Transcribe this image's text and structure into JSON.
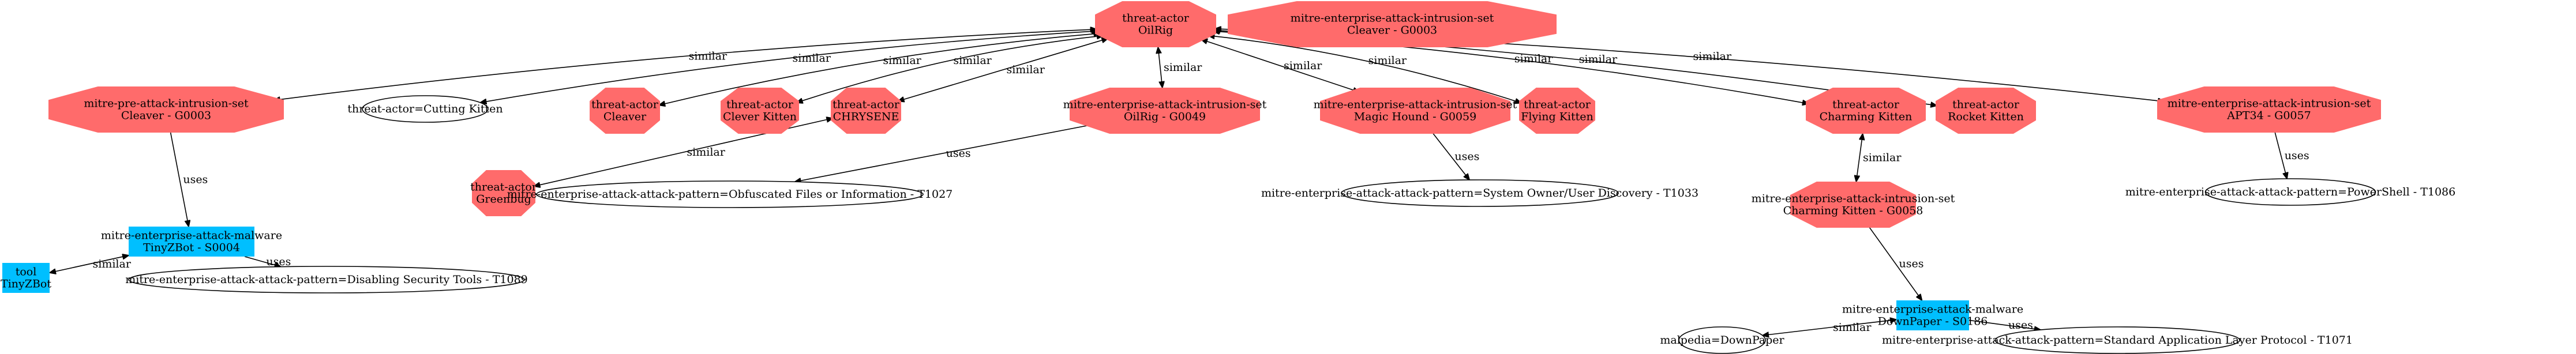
{
  "title": "Threat actor relationship graph - OilRig",
  "colors": {
    "intrusion_set": "#ff6b6b",
    "malware_tool": "#00bfff",
    "attack_pattern_fill": "#ffffff",
    "edge": "#000000"
  },
  "nodes": [
    {
      "id": "oilrig",
      "shape": "octagon",
      "kind": "threat-actor",
      "lines": [
        "threat-actor",
        "OilRig"
      ]
    },
    {
      "id": "cleaver_ent",
      "shape": "octagon-wide",
      "kind": "intrusion-set",
      "lines": [
        "mitre-enterprise-attack-intrusion-set",
        "Cleaver - G0003"
      ]
    },
    {
      "id": "cleaver_pre",
      "shape": "octagon-wide",
      "kind": "intrusion-set",
      "lines": [
        "mitre-pre-attack-intrusion-set",
        "Cleaver - G0003"
      ]
    },
    {
      "id": "cutting_kitten",
      "shape": "ellipse",
      "kind": "attribute",
      "lines": [
        "threat-actor=Cutting Kitten"
      ]
    },
    {
      "id": "cleaver_ta",
      "shape": "octagon",
      "kind": "threat-actor",
      "lines": [
        "threat-actor",
        "Cleaver"
      ]
    },
    {
      "id": "clever_kitten",
      "shape": "octagon",
      "kind": "threat-actor",
      "lines": [
        "threat-actor",
        "Clever Kitten"
      ]
    },
    {
      "id": "chrysene",
      "shape": "octagon",
      "kind": "threat-actor",
      "lines": [
        "threat-actor",
        "CHRYSENE"
      ]
    },
    {
      "id": "oilrig_g0049",
      "shape": "octagon-wide",
      "kind": "intrusion-set",
      "lines": [
        "mitre-enterprise-attack-intrusion-set",
        "OilRig - G0049"
      ]
    },
    {
      "id": "magic_hound",
      "shape": "octagon-wide",
      "kind": "intrusion-set",
      "lines": [
        "mitre-enterprise-attack-intrusion-set",
        "Magic Hound - G0059"
      ]
    },
    {
      "id": "flying_kitten",
      "shape": "octagon",
      "kind": "threat-actor",
      "lines": [
        "threat-actor",
        "Flying Kitten"
      ]
    },
    {
      "id": "charming_kitten",
      "shape": "octagon",
      "kind": "threat-actor",
      "lines": [
        "threat-actor",
        "Charming Kitten"
      ]
    },
    {
      "id": "rocket_kitten",
      "shape": "octagon",
      "kind": "threat-actor",
      "lines": [
        "threat-actor",
        "Rocket Kitten"
      ]
    },
    {
      "id": "apt34",
      "shape": "octagon-wide",
      "kind": "intrusion-set",
      "lines": [
        "mitre-enterprise-attack-intrusion-set",
        "APT34 - G0057"
      ]
    },
    {
      "id": "tinyzbot_mal",
      "shape": "box",
      "kind": "malware",
      "lines": [
        "mitre-enterprise-attack-malware",
        "TinyZBot - S0004"
      ]
    },
    {
      "id": "greenbug",
      "shape": "octagon",
      "kind": "threat-actor",
      "lines": [
        "threat-actor",
        "Greenbug"
      ]
    },
    {
      "id": "obfuscated",
      "shape": "ellipse",
      "kind": "attack-pattern",
      "lines": [
        "mitre-enterprise-attack-attack-pattern=Obfuscated Files or Information - T1027"
      ]
    },
    {
      "id": "sys_owner",
      "shape": "ellipse",
      "kind": "attack-pattern",
      "lines": [
        "mitre-enterprise-attack-attack-pattern=System Owner/User Discovery - T1033"
      ]
    },
    {
      "id": "charming_g0058",
      "shape": "octagon-wide",
      "kind": "intrusion-set",
      "lines": [
        "mitre-enterprise-attack-intrusion-set",
        "Charming Kitten - G0058"
      ]
    },
    {
      "id": "powershell",
      "shape": "ellipse",
      "kind": "attack-pattern",
      "lines": [
        "mitre-enterprise-attack-attack-pattern=PowerShell - T1086"
      ]
    },
    {
      "id": "tinyzbot_tool",
      "shape": "box",
      "kind": "tool",
      "lines": [
        "tool",
        "TinyZBot"
      ]
    },
    {
      "id": "disabling",
      "shape": "ellipse",
      "kind": "attack-pattern",
      "lines": [
        "mitre-enterprise-attack-attack-pattern=Disabling Security Tools - T1089"
      ]
    },
    {
      "id": "downpaper_mal",
      "shape": "box",
      "kind": "malware",
      "lines": [
        "mitre-enterprise-attack-malware",
        "DownPaper - S0186"
      ]
    },
    {
      "id": "malpedia_downpaper",
      "shape": "ellipse",
      "kind": "attribute",
      "lines": [
        "malpedia=DownPaper"
      ]
    },
    {
      "id": "std_app_layer",
      "shape": "ellipse",
      "kind": "attack-pattern",
      "lines": [
        "mitre-enterprise-attack-attack-pattern=Standard Application Layer Protocol - T1071"
      ]
    }
  ],
  "edges": [
    {
      "from": "oilrig",
      "to": "cleaver_pre",
      "label": "similar",
      "dir": "both"
    },
    {
      "from": "oilrig",
      "to": "cutting_kitten",
      "label": "similar",
      "dir": "both"
    },
    {
      "from": "oilrig",
      "to": "cleaver_ta",
      "label": "similar",
      "dir": "both"
    },
    {
      "from": "oilrig",
      "to": "clever_kitten",
      "label": "similar",
      "dir": "both"
    },
    {
      "from": "oilrig",
      "to": "chrysene",
      "label": "similar",
      "dir": "both"
    },
    {
      "from": "oilrig",
      "to": "oilrig_g0049",
      "label": "similar",
      "dir": "both"
    },
    {
      "from": "oilrig",
      "to": "magic_hound",
      "label": "similar",
      "dir": "both"
    },
    {
      "from": "oilrig",
      "to": "flying_kitten",
      "label": "similar",
      "dir": "both"
    },
    {
      "from": "oilrig",
      "to": "charming_kitten",
      "label": "similar",
      "dir": "both"
    },
    {
      "from": "oilrig",
      "to": "rocket_kitten",
      "label": "similar",
      "dir": "both"
    },
    {
      "from": "oilrig",
      "to": "apt34",
      "label": "similar",
      "dir": "both"
    },
    {
      "from": "cleaver_pre",
      "to": "tinyzbot_mal",
      "label": "uses",
      "dir": "forward"
    },
    {
      "from": "chrysene",
      "to": "greenbug",
      "label": "similar",
      "dir": "both"
    },
    {
      "from": "oilrig_g0049",
      "to": "obfuscated",
      "label": "uses",
      "dir": "forward"
    },
    {
      "from": "magic_hound",
      "to": "sys_owner",
      "label": "uses",
      "dir": "forward"
    },
    {
      "from": "charming_kitten",
      "to": "charming_g0058",
      "label": "similar",
      "dir": "both"
    },
    {
      "from": "apt34",
      "to": "powershell",
      "label": "uses",
      "dir": "forward"
    },
    {
      "from": "tinyzbot_mal",
      "to": "tinyzbot_tool",
      "label": "similar",
      "dir": "both"
    },
    {
      "from": "tinyzbot_mal",
      "to": "disabling",
      "label": "uses",
      "dir": "forward"
    },
    {
      "from": "charming_g0058",
      "to": "downpaper_mal",
      "label": "uses",
      "dir": "forward"
    },
    {
      "from": "downpaper_mal",
      "to": "malpedia_downpaper",
      "label": "similar",
      "dir": "both"
    },
    {
      "from": "downpaper_mal",
      "to": "std_app_layer",
      "label": "uses",
      "dir": "forward"
    }
  ]
}
